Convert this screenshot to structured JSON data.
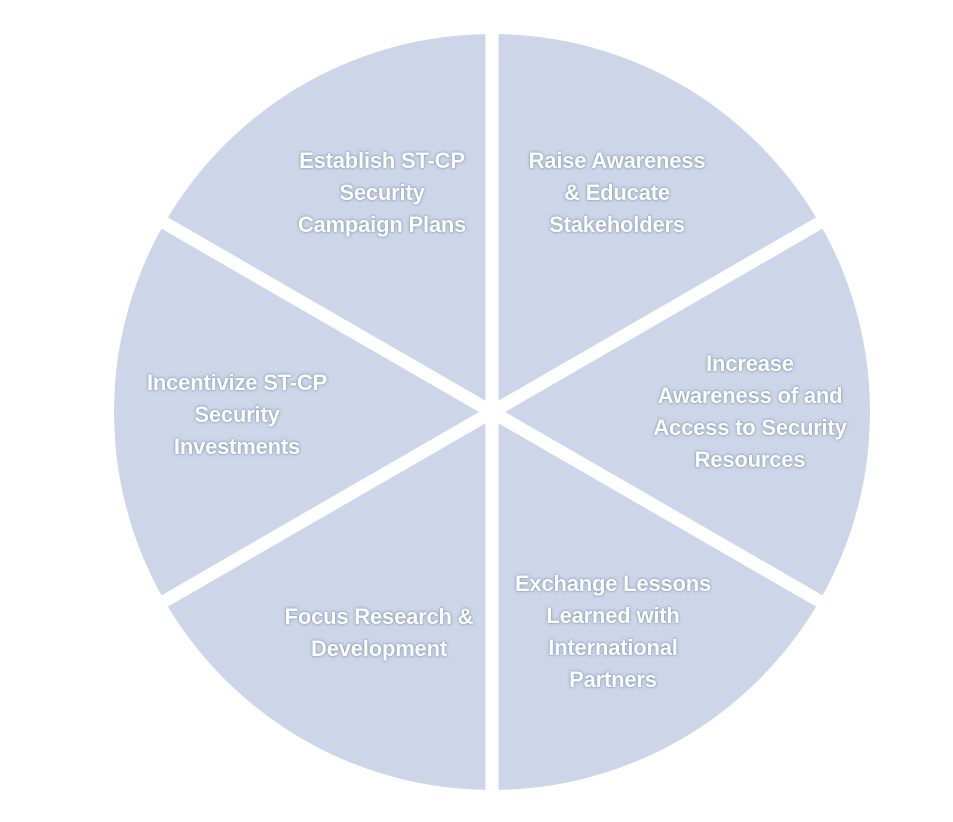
{
  "diagram": {
    "segment_color": "#cdd6e8",
    "divider_color": "#ffffff",
    "text_color": "#ffffff",
    "segments": [
      {
        "label": "Establish ST-CP\nSecurity\nCampaign Plans"
      },
      {
        "label": "Raise Awareness\n& Educate\nStakeholders"
      },
      {
        "label": "Increase\nAwareness of and\nAccess to Security\nResources"
      },
      {
        "label": "Exchange Lessons\nLearned with\nInternational\nPartners"
      },
      {
        "label": "Focus Research &\nDevelopment"
      },
      {
        "label": "Incentivize ST-CP\nSecurity\nInvestments"
      }
    ]
  }
}
